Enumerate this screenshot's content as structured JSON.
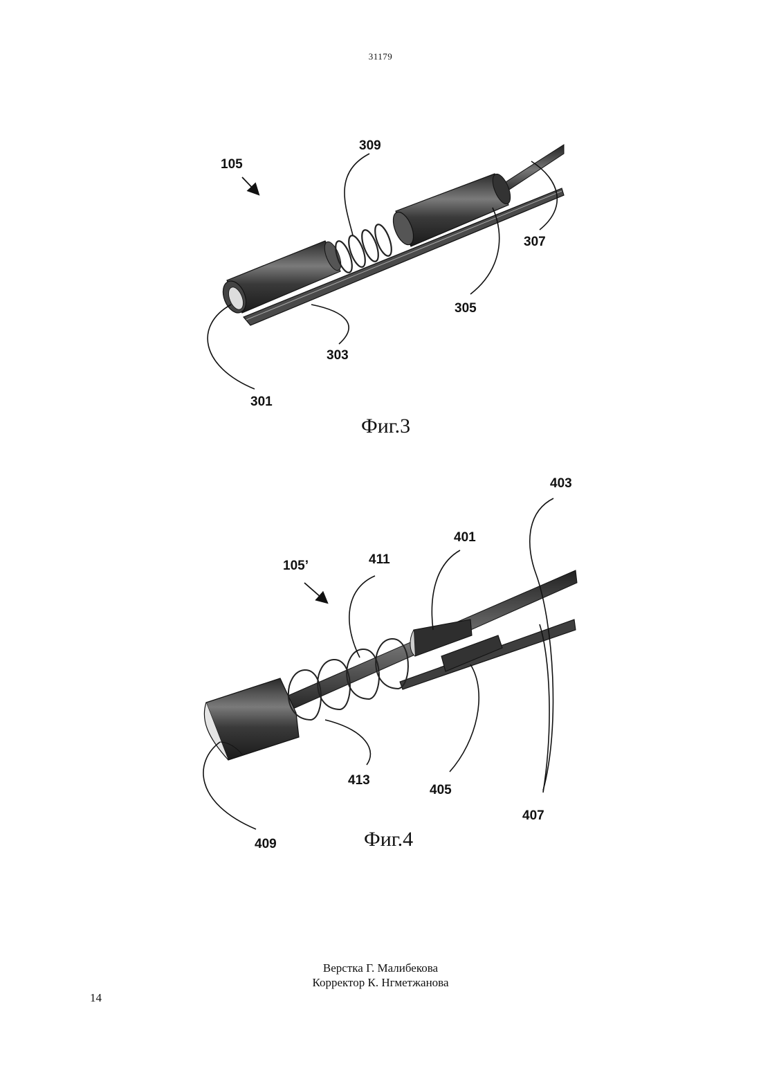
{
  "header": {
    "document_number": "31179"
  },
  "figure3": {
    "caption": "Фиг.3",
    "labels": {
      "l105": "105",
      "l309": "309",
      "l307": "307",
      "l305": "305",
      "l303": "303",
      "l301": "301"
    }
  },
  "figure4": {
    "caption": "Фиг.4",
    "labels": {
      "l403": "403",
      "l401": "401",
      "l411": "411",
      "l105p": "105’",
      "l413": "413",
      "l405": "405",
      "l407": "407",
      "l409": "409"
    }
  },
  "footer": {
    "layout_credit": "Верстка Г. Малибекова",
    "proof_credit": "Корректор К. Нгметжанова",
    "page_number": "14"
  }
}
